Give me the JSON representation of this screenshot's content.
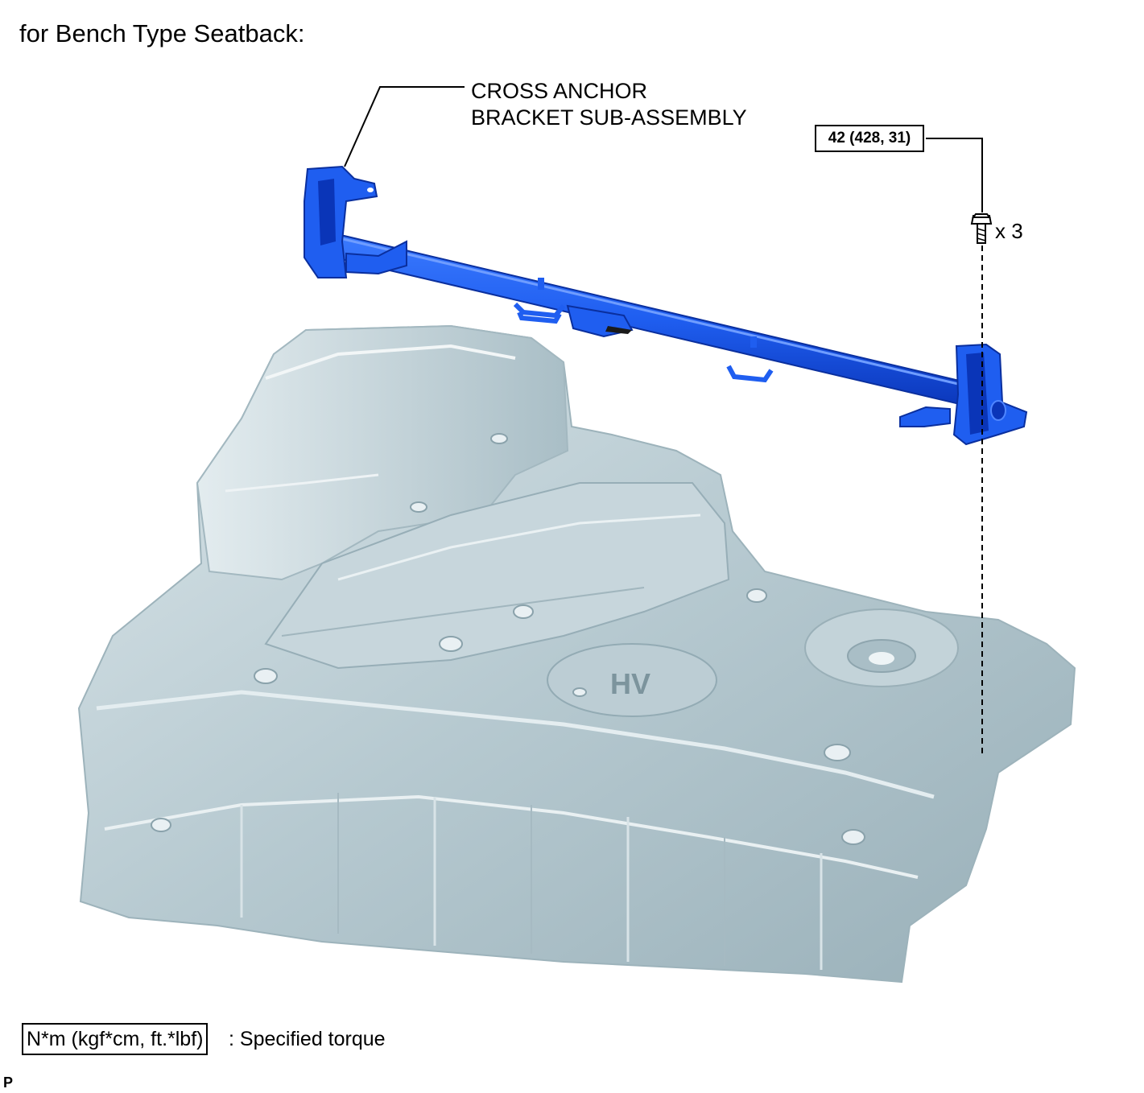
{
  "title": "for Bench Type Seatback:",
  "callout_part": {
    "line1": "CROSS ANCHOR",
    "line2": "BRACKET SUB-ASSEMBLY"
  },
  "torque_value": "42 (428, 31)",
  "quantity": "x 3",
  "legend": {
    "box_text": "N*m (kgf*cm, ft.*lbf)",
    "description": ": Specified torque"
  },
  "floor_embossing": "HV",
  "page_code": "P",
  "colors": {
    "bracket": "#1f5ef0",
    "bracket_dark": "#0a35b8",
    "floor": "#b9ccd3",
    "floor_dark": "#8fa6b0",
    "floor_light": "#dde8ec"
  }
}
